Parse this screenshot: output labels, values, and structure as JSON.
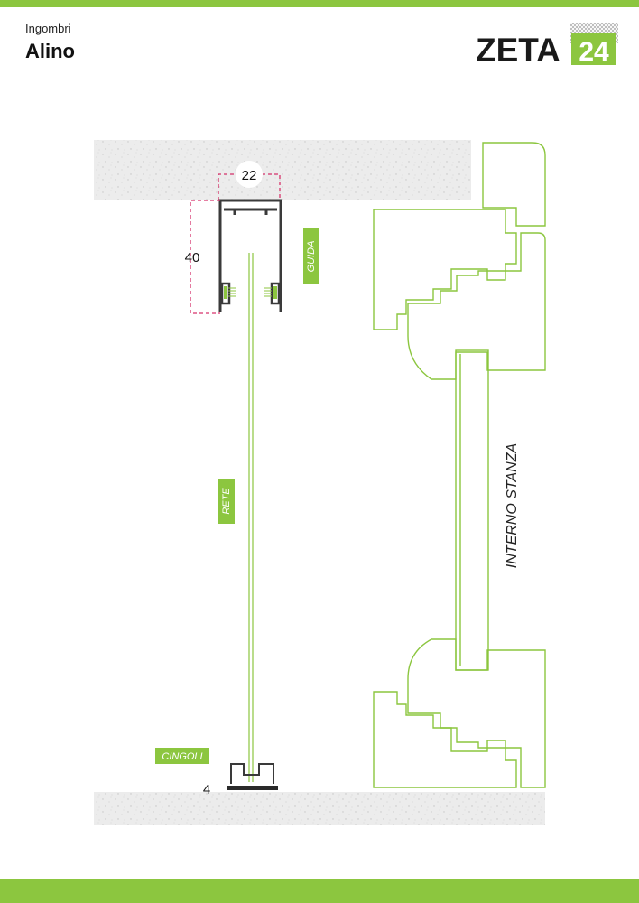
{
  "header": {
    "subtitle": "Ingombri",
    "title": "Alino",
    "logo_text": "ZETA",
    "logo_number": "24"
  },
  "labels": {
    "guida": "GUIDA",
    "rete": "RETE",
    "cingoli": "CINGOLI",
    "interno": "INTERNO STANZA"
  },
  "dimensions": {
    "width": "22",
    "height": "40",
    "bottom": "4"
  },
  "colors": {
    "accent_green": "#8cc63f",
    "profile_dark": "#3a3a3a",
    "dimension_pink": "#d6336c",
    "wall_gray": "#ececec"
  }
}
